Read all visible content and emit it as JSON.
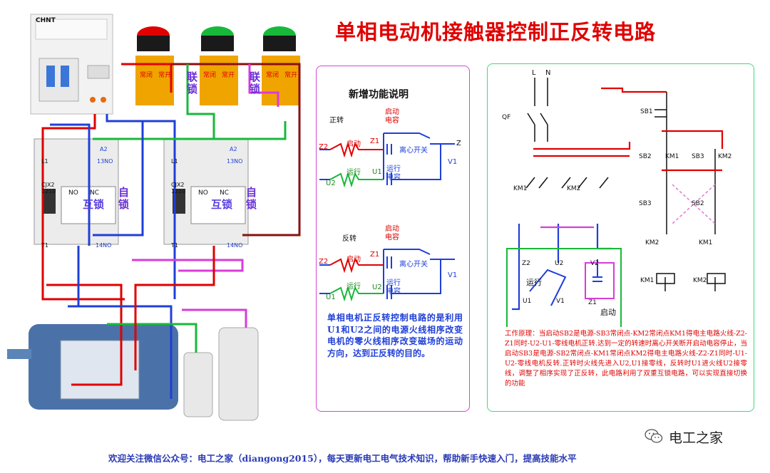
{
  "title": "单相电动机接触器控制正反转电路",
  "photo_side": {
    "breaker_brand": "CHNT",
    "button_labels": [
      "常闭",
      "常开"
    ],
    "interlock_left": "联锁",
    "interlock_right": "联锁",
    "mutual_lock_1": "互锁",
    "mutual_lock_2": "互锁",
    "self_lock_1": "自锁",
    "self_lock_2": "自锁",
    "contactor_model": "CJX2 1210",
    "contact_no": "NO",
    "contact_nc": "NC",
    "terminal_a2": "A2",
    "terminal_13no": "13NO",
    "terminal_14no": "14NO",
    "terminal_l1": "L1",
    "terminal_t1": "T1"
  },
  "mid_panel": {
    "heading": "新增功能说明",
    "forward": "正转",
    "reverse": "反转",
    "start_cap": "启动\n电容",
    "start": "启动",
    "run": "运行",
    "run_cap": "运行\n电容",
    "centrifugal": "离心开关",
    "z1": "Z1",
    "z2": "Z2",
    "u1": "U1",
    "u2": "U2",
    "v1": "V1",
    "z": "Z",
    "description": "单相电机正反转控制电路的是利用U1和U2之间的电源火线相序改变电机的零火线相序改变磁场的运动方向，达到正反转的目的。"
  },
  "right_panel": {
    "l": "L",
    "n": "N",
    "qf": "QF",
    "sb1": "SB1",
    "sb2": "SB2",
    "sb3": "SB3",
    "km1": "KM1",
    "km2": "KM2",
    "z1": "Z1",
    "z2": "Z2",
    "u1": "U1",
    "u2": "U2",
    "v1": "V1",
    "v2": "V2",
    "run": "运行",
    "start": "启动",
    "description": "工作原理：当启动SB2是电源-SB3常闭点-KM2常闭点KM1得电主电路火线-Z2-Z1同时-U2-U1-零线电机正转.达到一定的转速时离心开关断开启动电容停止，当启动SB3是电源-SB2常闭点-KM1常闭点KM2得电主电路火线-Z2-Z1同时-U1-U2-零线电机反转.正转时火线先进入U2,U1接零线，反转时U1进火线U2接零线，调整了相序实现了正反转，此电路利用了双重互锁电路，可以实现直接切换的功能"
  },
  "footer": "欢迎关注微信公众号：电工之家（diangong2015），每天更新电工电气技术知识，帮助新手快速入门，提高技能水平",
  "brand": "电工之家",
  "colors": {
    "red": "#e00000",
    "blue": "#1f3fd8",
    "green": "#18b83a",
    "magenta": "#d83cd8",
    "purple": "#6a2fd8"
  }
}
